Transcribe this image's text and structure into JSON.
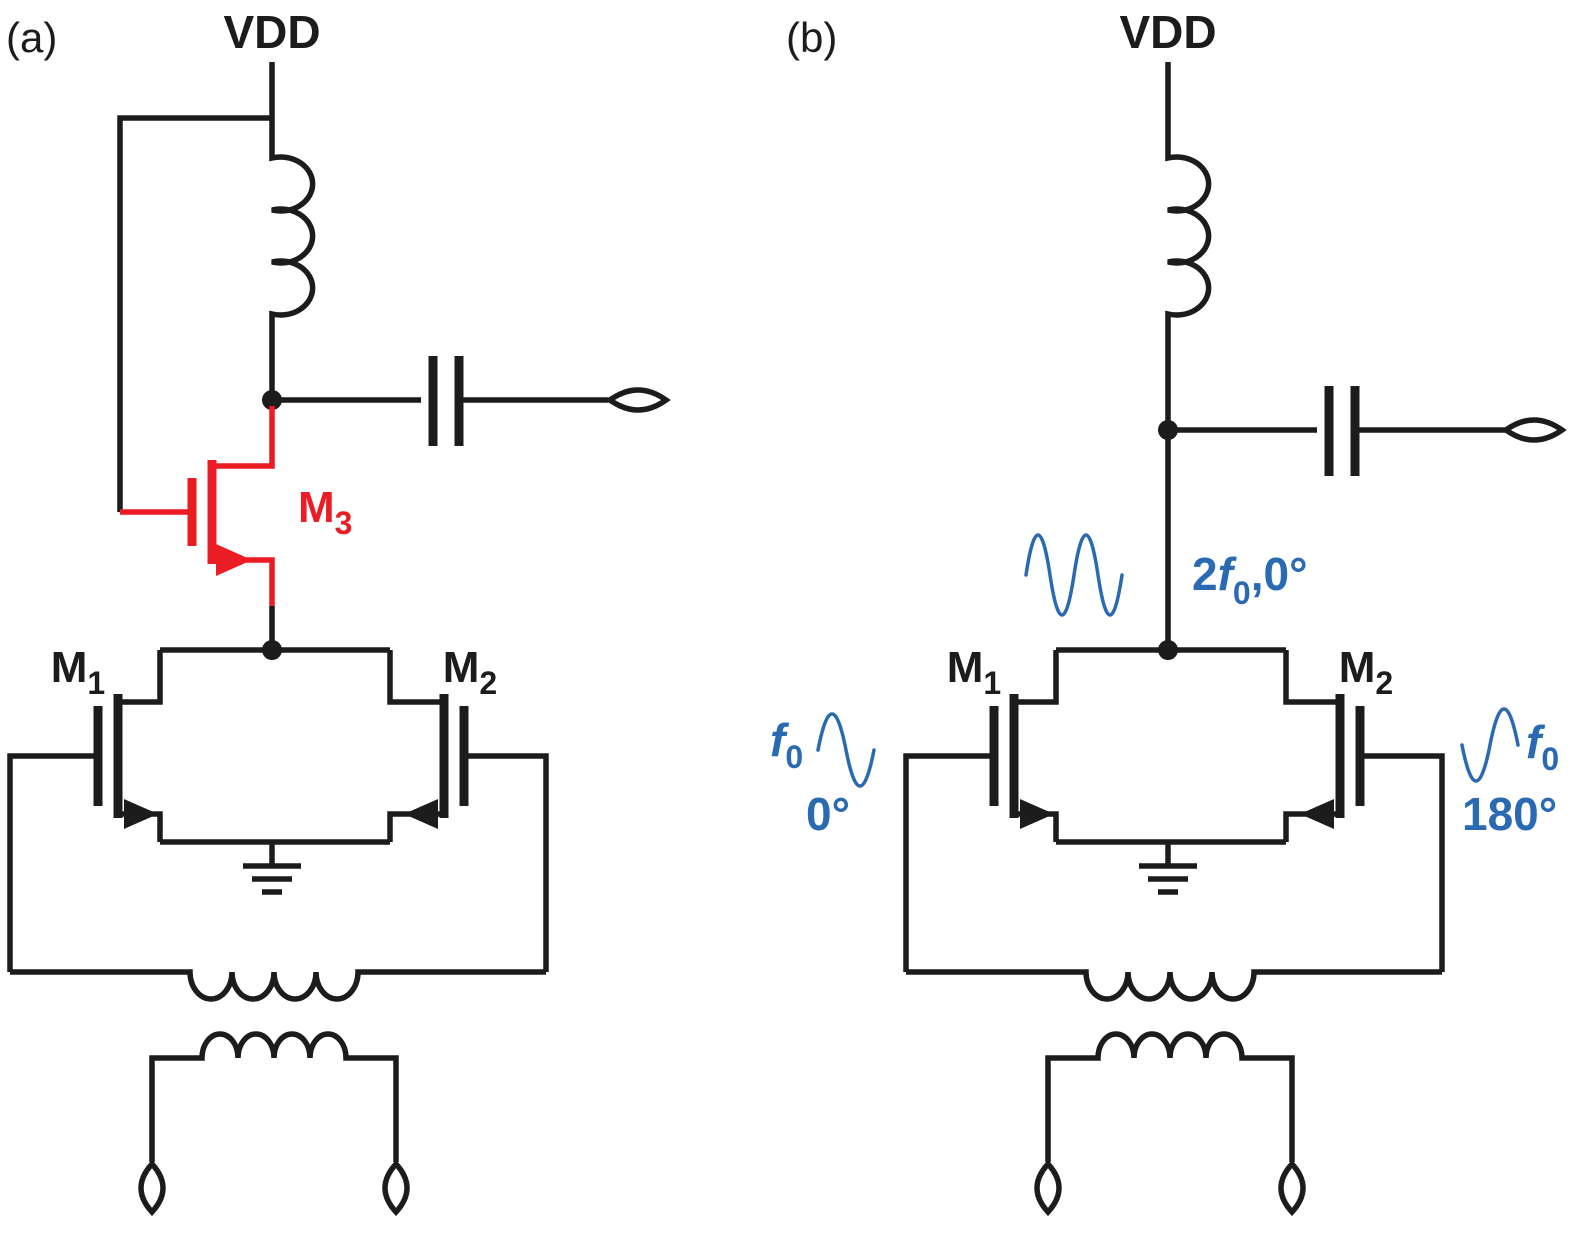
{
  "colors": {
    "ink": "#1c1c1c",
    "red": "#ec1c24",
    "blue": "#2a6ab2"
  },
  "panel_a": {
    "label": "(a)",
    "vdd": "VDD",
    "transistors": {
      "m1": {
        "base": "M",
        "sub": "1"
      },
      "m2": {
        "base": "M",
        "sub": "2"
      },
      "m3": {
        "base": "M",
        "sub": "3"
      }
    }
  },
  "panel_b": {
    "label": "(b)",
    "vdd": "VDD",
    "transistors": {
      "m1": {
        "base": "M",
        "sub": "1"
      },
      "m2": {
        "base": "M",
        "sub": "2"
      }
    },
    "annotations": {
      "drain_node": {
        "prefix": "2",
        "f": "f",
        "sub": "0",
        "rest": ",0°"
      },
      "left_input": {
        "f": "f",
        "sub": "0",
        "phase": "0°"
      },
      "right_input": {
        "f": "f",
        "sub": "0",
        "phase": "180°"
      }
    }
  }
}
